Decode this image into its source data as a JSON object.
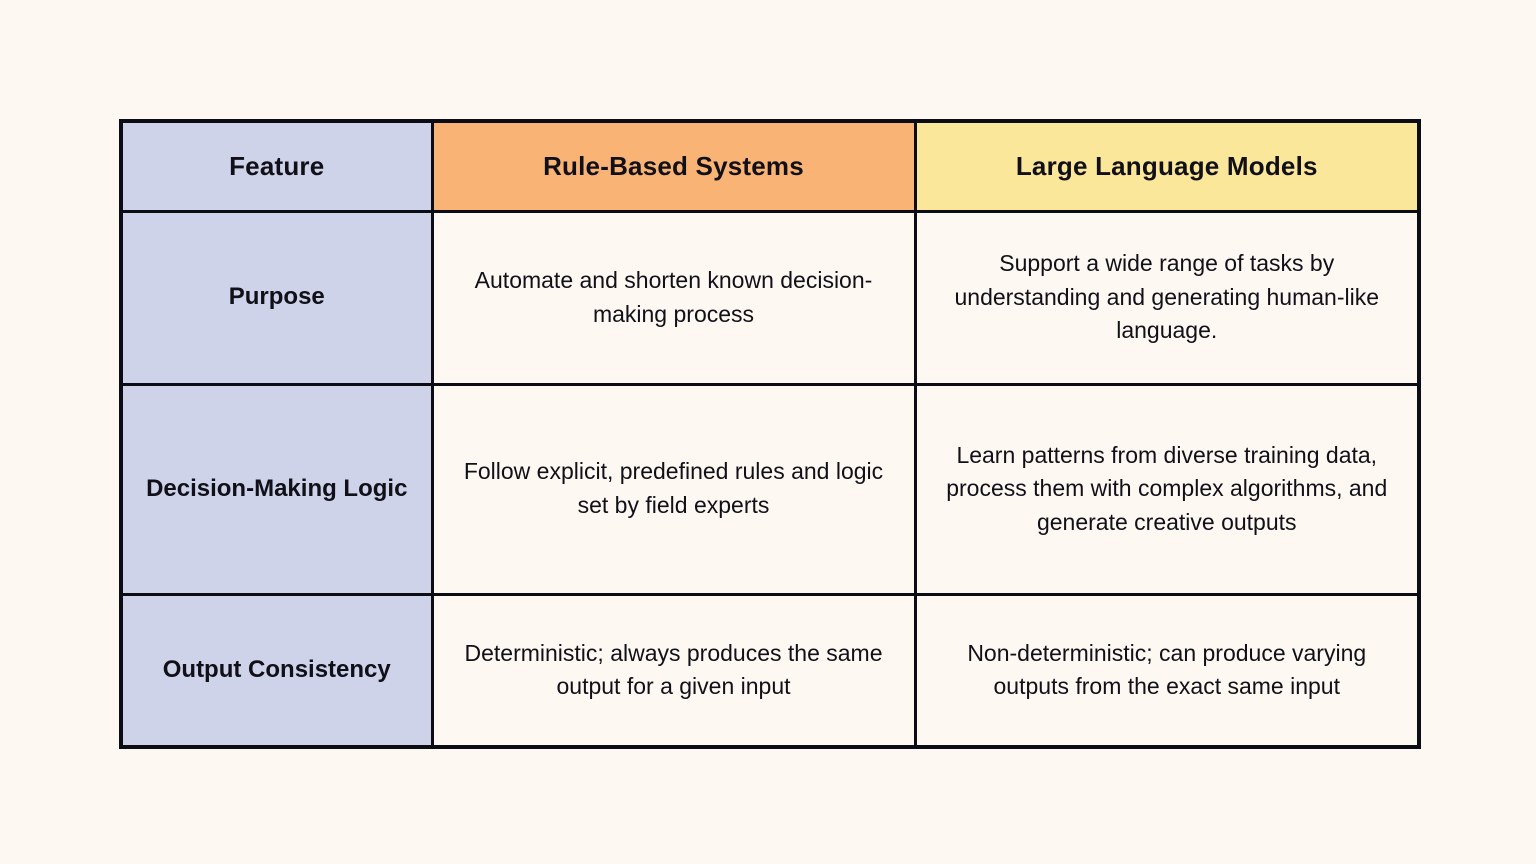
{
  "page": {
    "background_color": "#FDF8F2",
    "text_color": "#111018",
    "border_color": "#0C0C14"
  },
  "table": {
    "colors": {
      "feature_column": "#CED3EA",
      "rule_based_header": "#F9B475",
      "llm_header": "#FBE79A",
      "body_cell": "#FDF8F2",
      "border": "#0C0C14"
    },
    "headers": [
      {
        "key": "feature",
        "label": "Feature"
      },
      {
        "key": "rule_based",
        "label": "Rule-Based Systems"
      },
      {
        "key": "llm",
        "label": "Large Language Models"
      }
    ],
    "rows": [
      {
        "feature": "Purpose",
        "rule_based": "Automate and shorten known decision-making process",
        "llm": "Support a wide range of tasks by understanding and generating human-like language."
      },
      {
        "feature": "Decision-Making Logic",
        "rule_based": "Follow explicit, predefined rules and logic set by field experts",
        "llm": "Learn patterns from diverse training data, process them with complex algorithms, and generate creative outputs"
      },
      {
        "feature": "Output Consistency",
        "rule_based": "Deterministic; always produces the same output for a given input",
        "llm": "Non-deterministic; can produce varying outputs from the exact same input"
      }
    ]
  }
}
